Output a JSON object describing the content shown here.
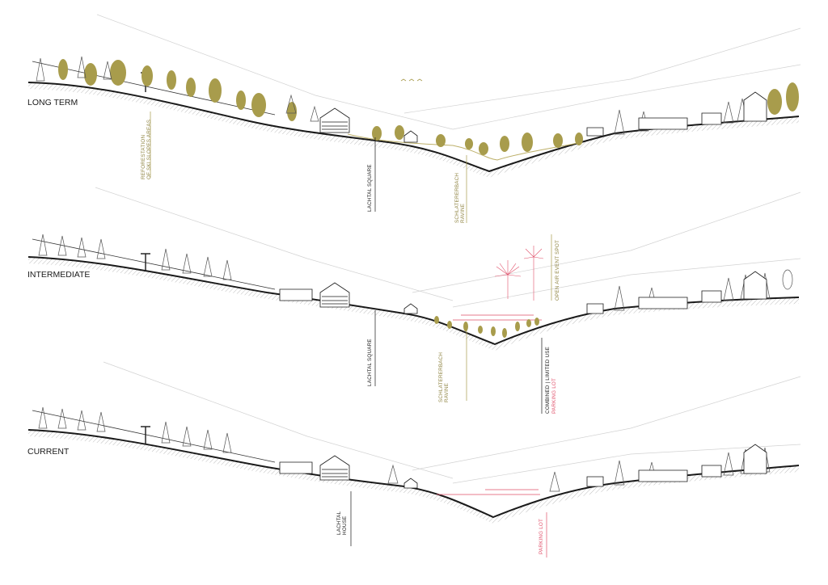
{
  "colors": {
    "ground": "#1a1a1a",
    "hatch": "#9a9a9a",
    "olive": "#a89c4c",
    "olive_text": "#8f8442",
    "red": "#e0506a",
    "bg_line": "#cfcfcf",
    "tree_outline": "#444444"
  },
  "sections": {
    "long_term": {
      "title": "LONG TERM",
      "labels": {
        "reforestation": "REFORESTATION\nOF SKI SLOPES AREAS",
        "square": "LACHTAL SQUARE",
        "ravine": "SCHLATERERBACH\nRAVINE"
      }
    },
    "intermediate": {
      "title": "INTERMEDIATE",
      "labels": {
        "event": "OPEN AIR EVENT SPOT",
        "square": "LACHTAL SQUARE",
        "ravine": "SCHLATERERBACH\nRAVINE",
        "combined": "COMBINED | LIMITED USE",
        "parking": "PARKING LOT"
      }
    },
    "current": {
      "title": "CURRENT",
      "labels": {
        "house": "LACHTAL\nHOUSE",
        "parking": "PARKING LOT"
      }
    }
  }
}
